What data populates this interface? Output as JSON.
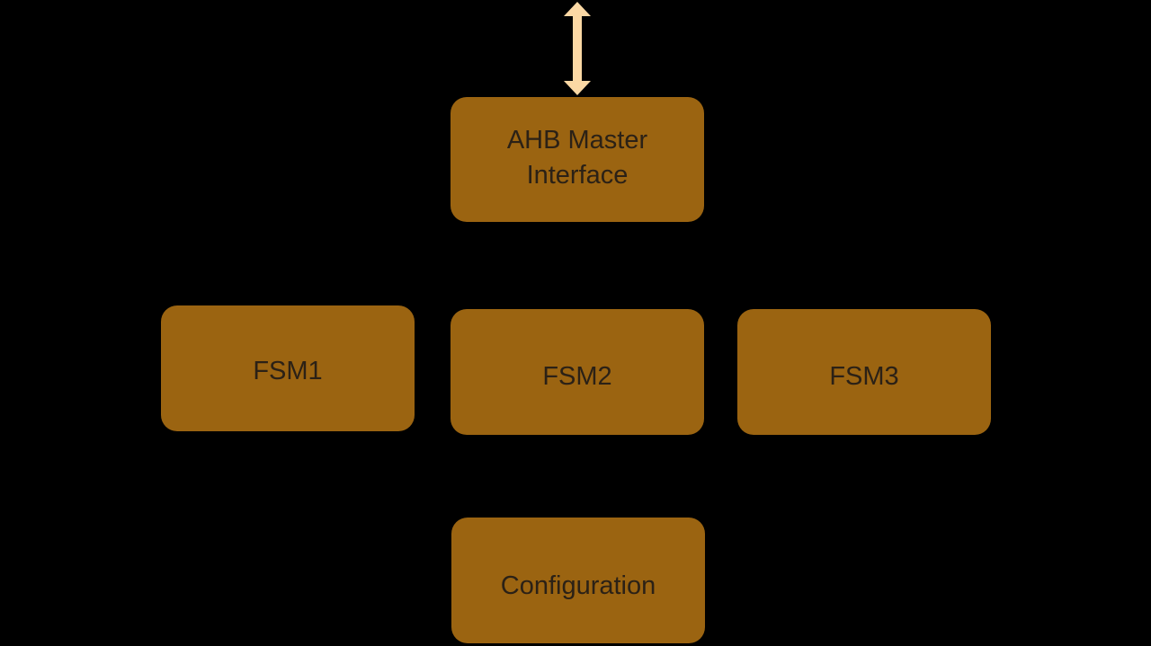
{
  "diagram": {
    "blocks": {
      "ahb_master": {
        "line1": "AHB Master",
        "line2": "Interface"
      },
      "fsm1": {
        "label": "FSM1"
      },
      "fsm2": {
        "label": "FSM2"
      },
      "fsm3": {
        "label": "FSM3"
      },
      "configuration": {
        "label": "Configuration"
      }
    },
    "colors": {
      "background": "#000000",
      "block_fill": "#9b6411",
      "block_text": "#2b2116",
      "arrow_fill": "#fbd8a4"
    },
    "icons": {
      "bus_arrow": "double-headed-vertical-arrow"
    }
  }
}
